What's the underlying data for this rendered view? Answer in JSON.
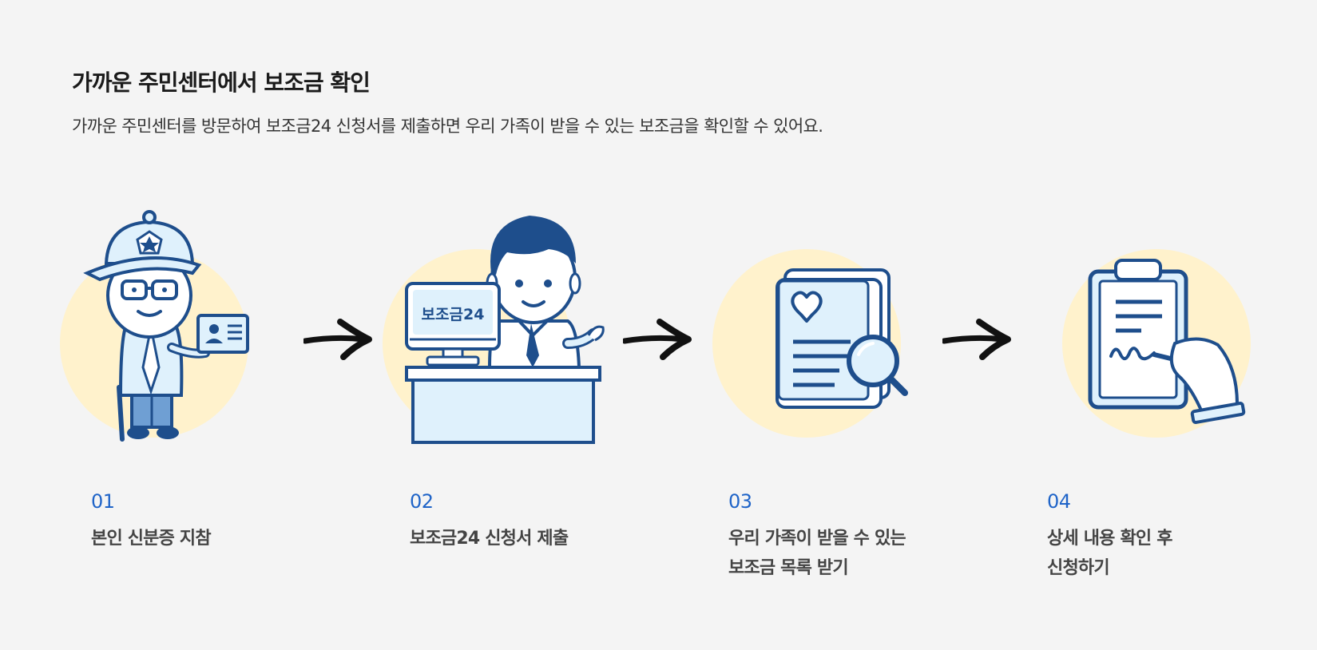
{
  "header": {
    "title": "가까운 주민센터에서 보조금 확인",
    "description": "가까운 주민센터를 방문하여 보조금24 신청서를 제출하면 우리 가족이 받을 수 있는 보조금을 확인할 수 있어요."
  },
  "steps": [
    {
      "number": "01",
      "label": "본인 신분증 지참",
      "icon": "veteran-with-id-card-icon"
    },
    {
      "number": "02",
      "label": "보조금24 신청서 제출",
      "icon": "clerk-at-desk-icon",
      "screen_text": "보조금24"
    },
    {
      "number": "03",
      "label": "우리 가족이 받을 수 있는\n보조금 목록 받기",
      "icon": "document-magnifier-icon"
    },
    {
      "number": "04",
      "label": "상세 내용 확인 후\n신청하기",
      "icon": "clipboard-signature-icon"
    }
  ],
  "colors": {
    "background": "#f4f4f4",
    "accent_blue": "#1f64c8",
    "circle_yellow": "#fff2cc",
    "line_navy": "#1e4e8c",
    "fill_light_blue": "#dff1fc"
  }
}
